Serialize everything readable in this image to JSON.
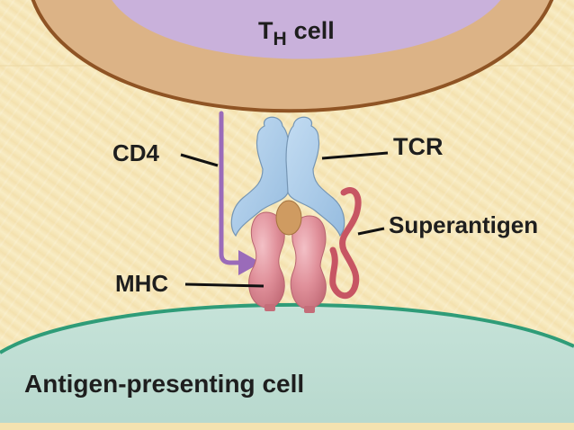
{
  "th_cell": {
    "main": "T",
    "subscript": "H",
    "suffix": "cell"
  },
  "labels": {
    "cd4": "CD4",
    "tcr": "TCR",
    "superantigen": "Superantigen",
    "mhc": "MHC",
    "apc": "Antigen-presenting cell"
  },
  "colors": {
    "background": "#f6e8b8",
    "th_cell_outer": "#dcb386",
    "th_cell_border": "#8f5424",
    "th_cell_nucleus": "#c9b1db",
    "apc_fill": "#bfddd3",
    "apc_border": "#2f9c78",
    "tcr": "#a9c9e6",
    "mhc": "#de8c96",
    "superantigen": "#c75563",
    "cd4": "#9a6bb9",
    "peptide": "#cf9b61"
  }
}
